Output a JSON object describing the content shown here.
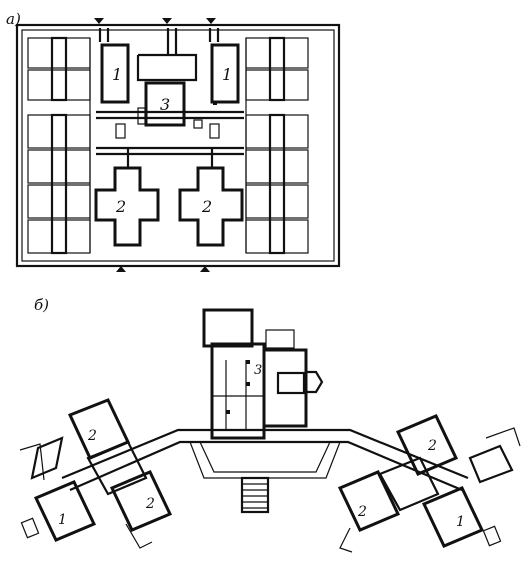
{
  "panels": [
    {
      "label": "а)",
      "zones": [
        {
          "id": "1a",
          "text": "1"
        },
        {
          "id": "1b",
          "text": "1"
        },
        {
          "id": "3",
          "text": "3"
        },
        {
          "id": "2a",
          "text": "2"
        },
        {
          "id": "2b",
          "text": "2"
        }
      ]
    },
    {
      "label": "б)",
      "zones": [
        {
          "id": "3",
          "text": "3"
        },
        {
          "id": "2a",
          "text": "2"
        },
        {
          "id": "1a",
          "text": "1"
        },
        {
          "id": "2b",
          "text": "2"
        },
        {
          "id": "2c",
          "text": "2"
        },
        {
          "id": "2d",
          "text": "2"
        },
        {
          "id": "1b",
          "text": "1"
        }
      ]
    }
  ]
}
